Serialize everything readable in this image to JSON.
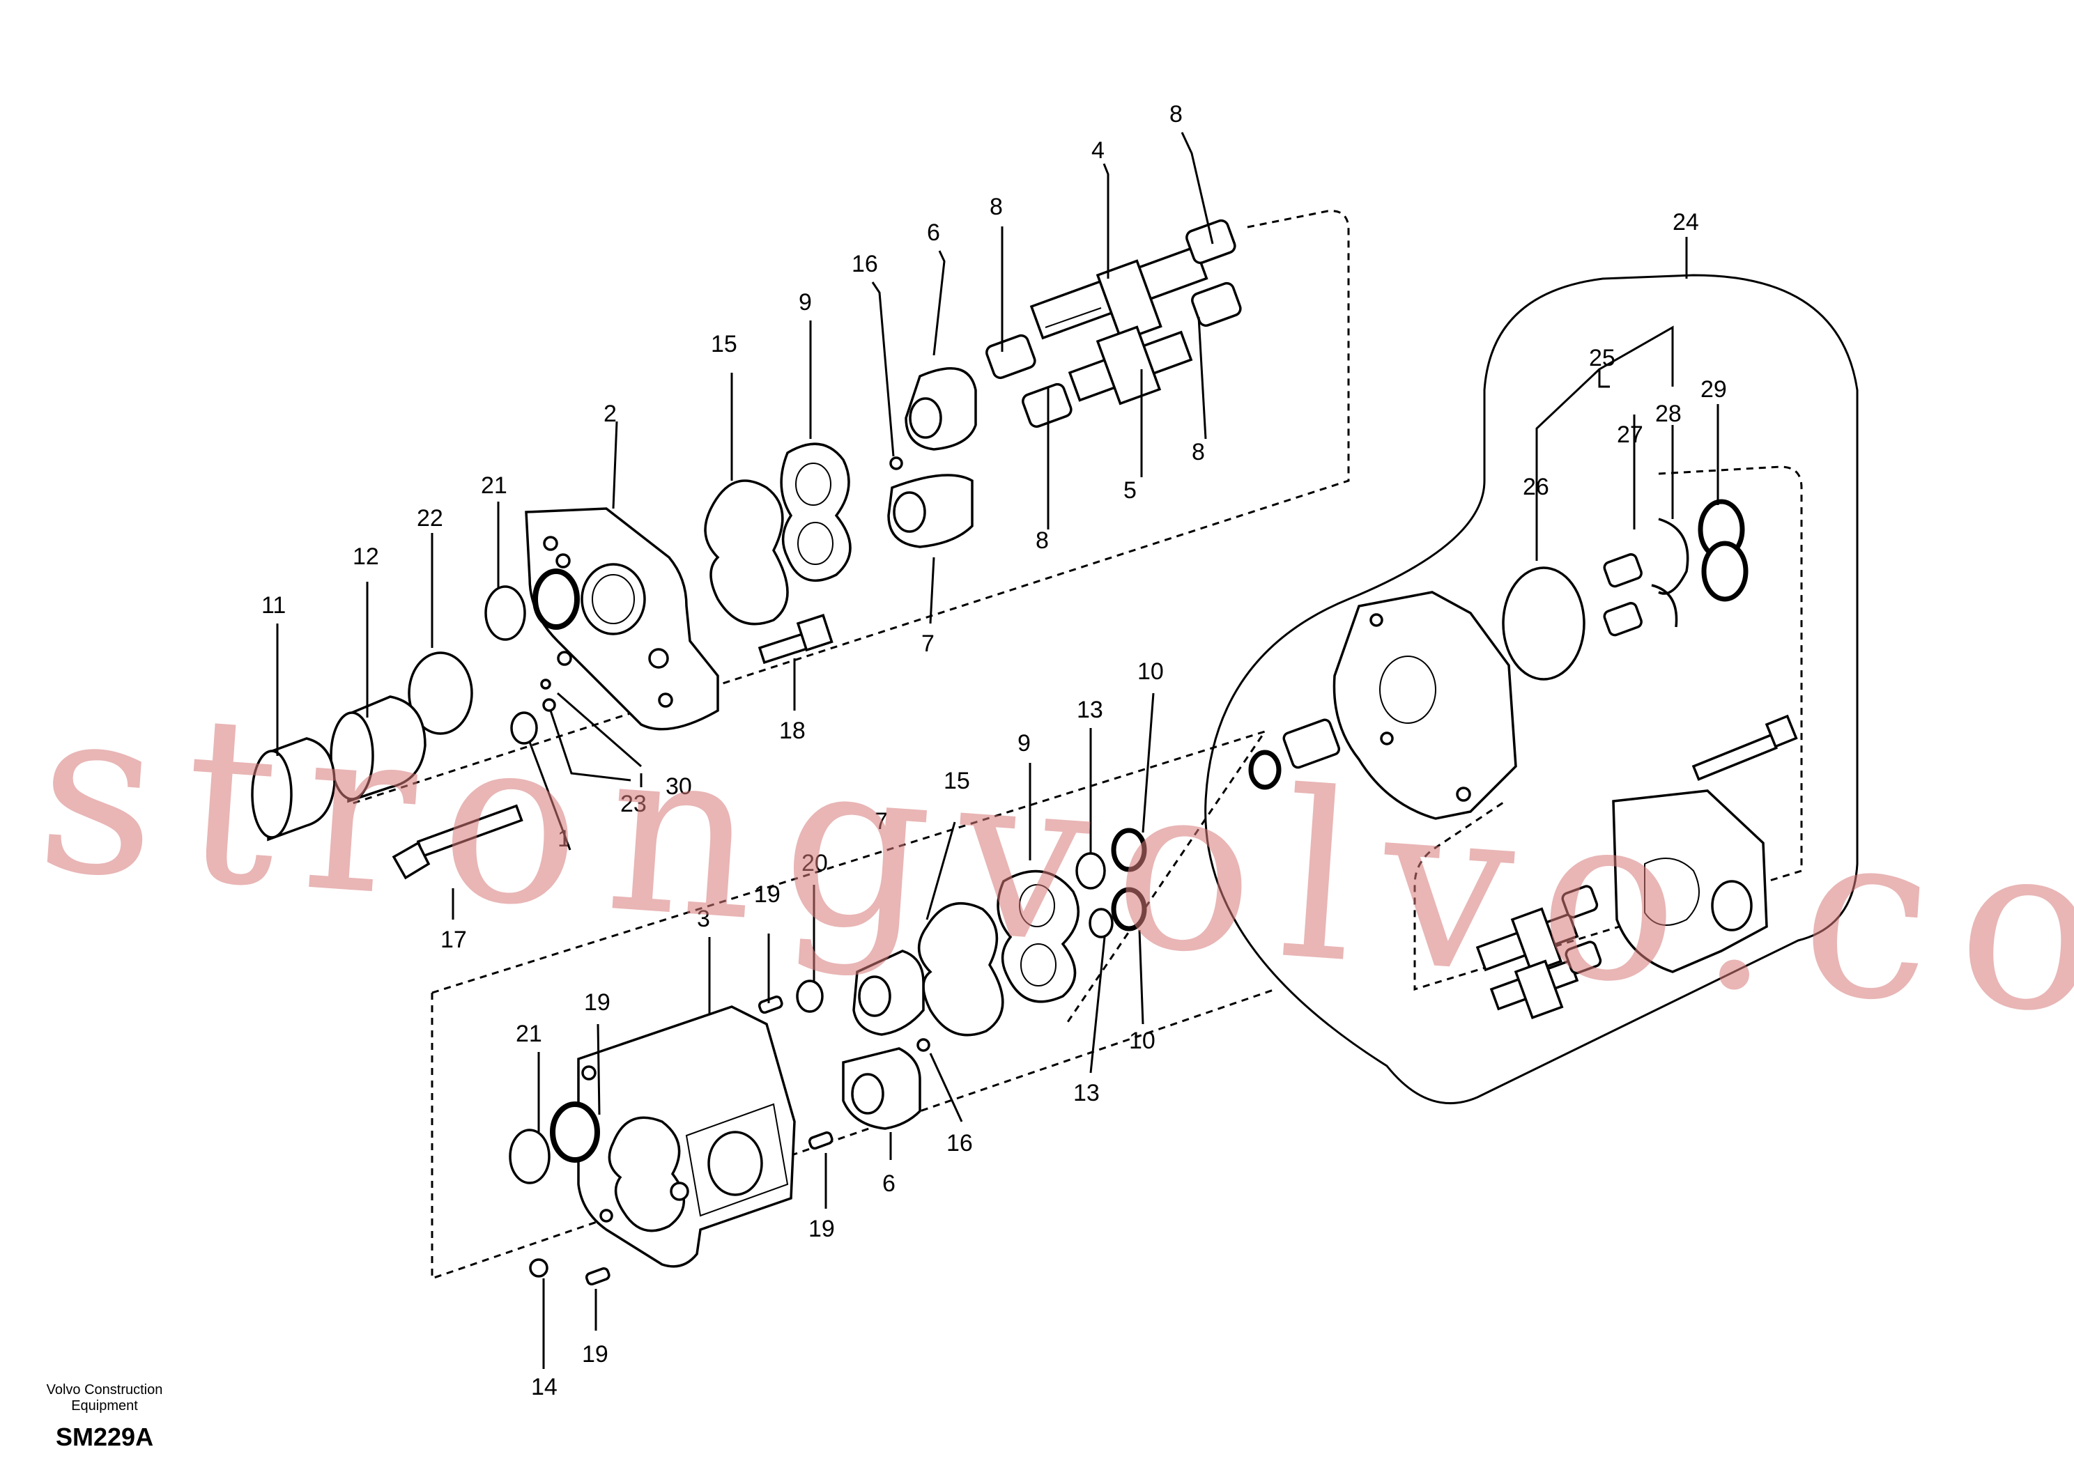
{
  "footer": {
    "company_line1": "Volvo Construction",
    "company_line2": "Equipment",
    "drawing_code": "SM229A"
  },
  "watermark": "strongvolvo.com",
  "colors": {
    "watermark": "#d77878",
    "ink": "#000000",
    "background": "#ffffff"
  },
  "callouts": {
    "c1": "1",
    "c2": "2",
    "c3": "3",
    "c4": "4",
    "c5": "5",
    "c6a": "6",
    "c6b": "6",
    "c7a": "7",
    "c7b": "7",
    "c8a": "8",
    "c8b": "8",
    "c8c": "8",
    "c8d": "8",
    "c9a": "9",
    "c9b": "9",
    "c10a": "10",
    "c10b": "10",
    "c11": "11",
    "c12": "12",
    "c13a": "13",
    "c13b": "13",
    "c14": "14",
    "c15a": "15",
    "c15b": "15",
    "c16a": "16",
    "c16b": "16",
    "c17": "17",
    "c18": "18",
    "c19a": "19",
    "c19b": "19",
    "c19c": "19",
    "c19d": "19",
    "c20": "20",
    "c21a": "21",
    "c21b": "21",
    "c22": "22",
    "c23": "23",
    "c24": "24",
    "c25": "25",
    "c26": "26",
    "c27": "27",
    "c28": "28",
    "c29": "29",
    "c30": "30"
  }
}
